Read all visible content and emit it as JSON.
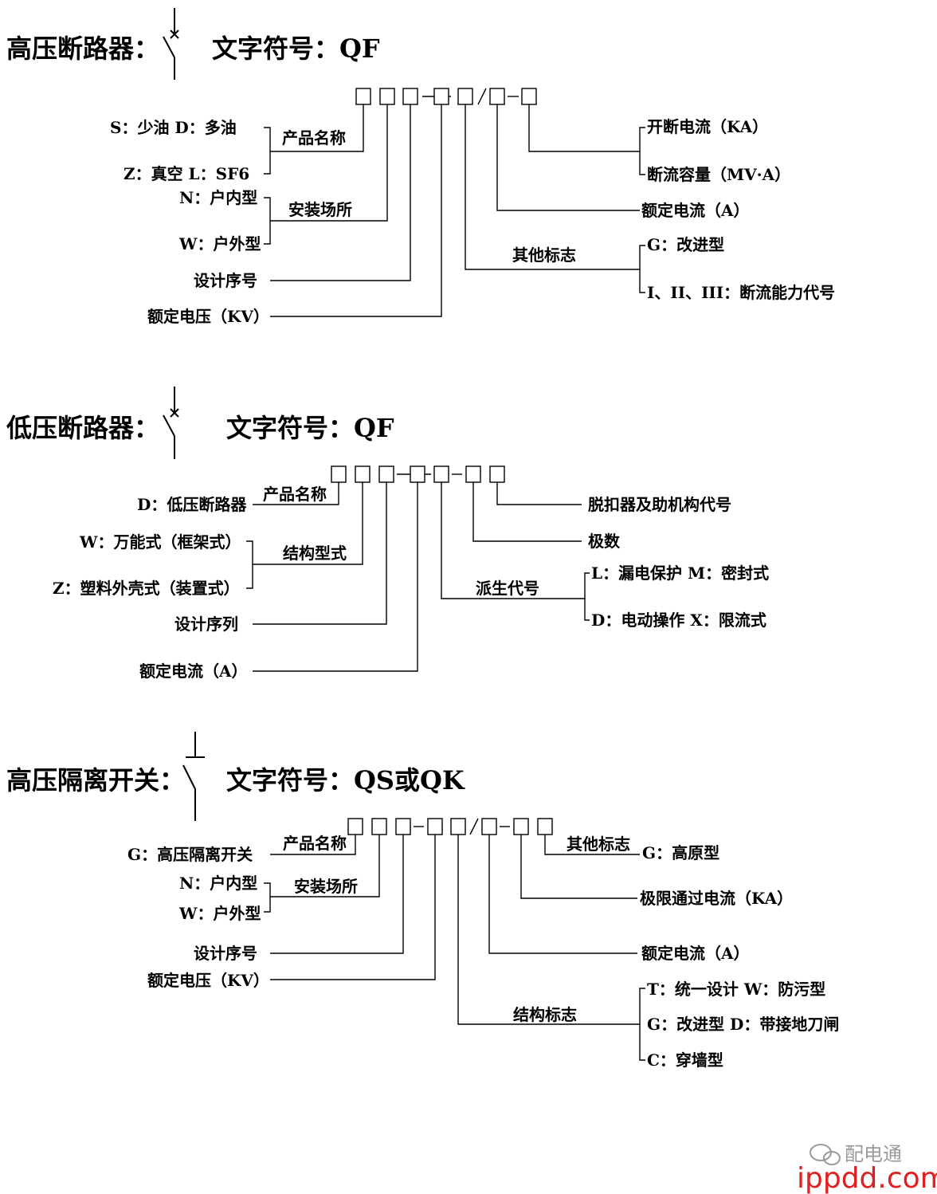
{
  "sections": [
    {
      "title": "高压断路器：",
      "symbol_text": "文字符号：QF",
      "code_pattern": "□□□-□□/□-□",
      "labels": {
        "so_sd": "S：少油  D：多油",
        "zl": "Z：真空  L：SF6",
        "product_name": "产品名称",
        "n_indoor": "N：户内型",
        "w_outdoor": "W：户外型",
        "install": "安装场所",
        "design_no": "设计序号",
        "rated_voltage": "额定电压（KV）",
        "breaking_current": "开断电流（KA）",
        "breaking_capacity": "断流容量（MV·A）",
        "rated_current": "额定电流（A）",
        "other": "其他标志",
        "improved": "G：改进型",
        "capacity_code": "I、II、III：断流能力代号"
      }
    },
    {
      "title": "低压断路器：",
      "symbol_text": "文字符号：QF",
      "code_pattern": "□□□-□□-□□",
      "labels": {
        "d_lv": "D：低压断路器",
        "product_name": "产品名称",
        "w_universal": "W：万能式（框架式）",
        "z_molded": "Z：塑料外壳式（装置式）",
        "structure": "结构型式",
        "design_series": "设计序列",
        "rated_current": "额定电流（A）",
        "release_code": "脱扣器及助机构代号",
        "poles": "极数",
        "derived": "派生代号",
        "leak": "L：漏电保护  M：密封式",
        "motor": "D：电动操作  X：限流式"
      }
    },
    {
      "title": "高压隔离开关：",
      "symbol_text": "文字符号：QS或QK",
      "code_pattern": "□□□-□□/□-□□",
      "labels": {
        "g_hv": "G：高压隔离开关",
        "product_name": "产品名称",
        "n_indoor": "N：户内型",
        "w_outdoor": "W：户外型",
        "install": "安装场所",
        "design_no": "设计序号",
        "rated_voltage": "额定电压（KV）",
        "other": "其他标志",
        "plateau": "G：高原型",
        "limit_current": "极限通过电流（KA）",
        "rated_current": "额定电流（A）",
        "struct_mark": "结构标志",
        "unified": "T：统一设计  W：防污型",
        "improved_earth": "G：改进型  D：带接地刀闸",
        "wall": "C：穿墙型"
      }
    }
  ],
  "watermark": {
    "brand": "配电通",
    "site": "ippdd.com"
  }
}
